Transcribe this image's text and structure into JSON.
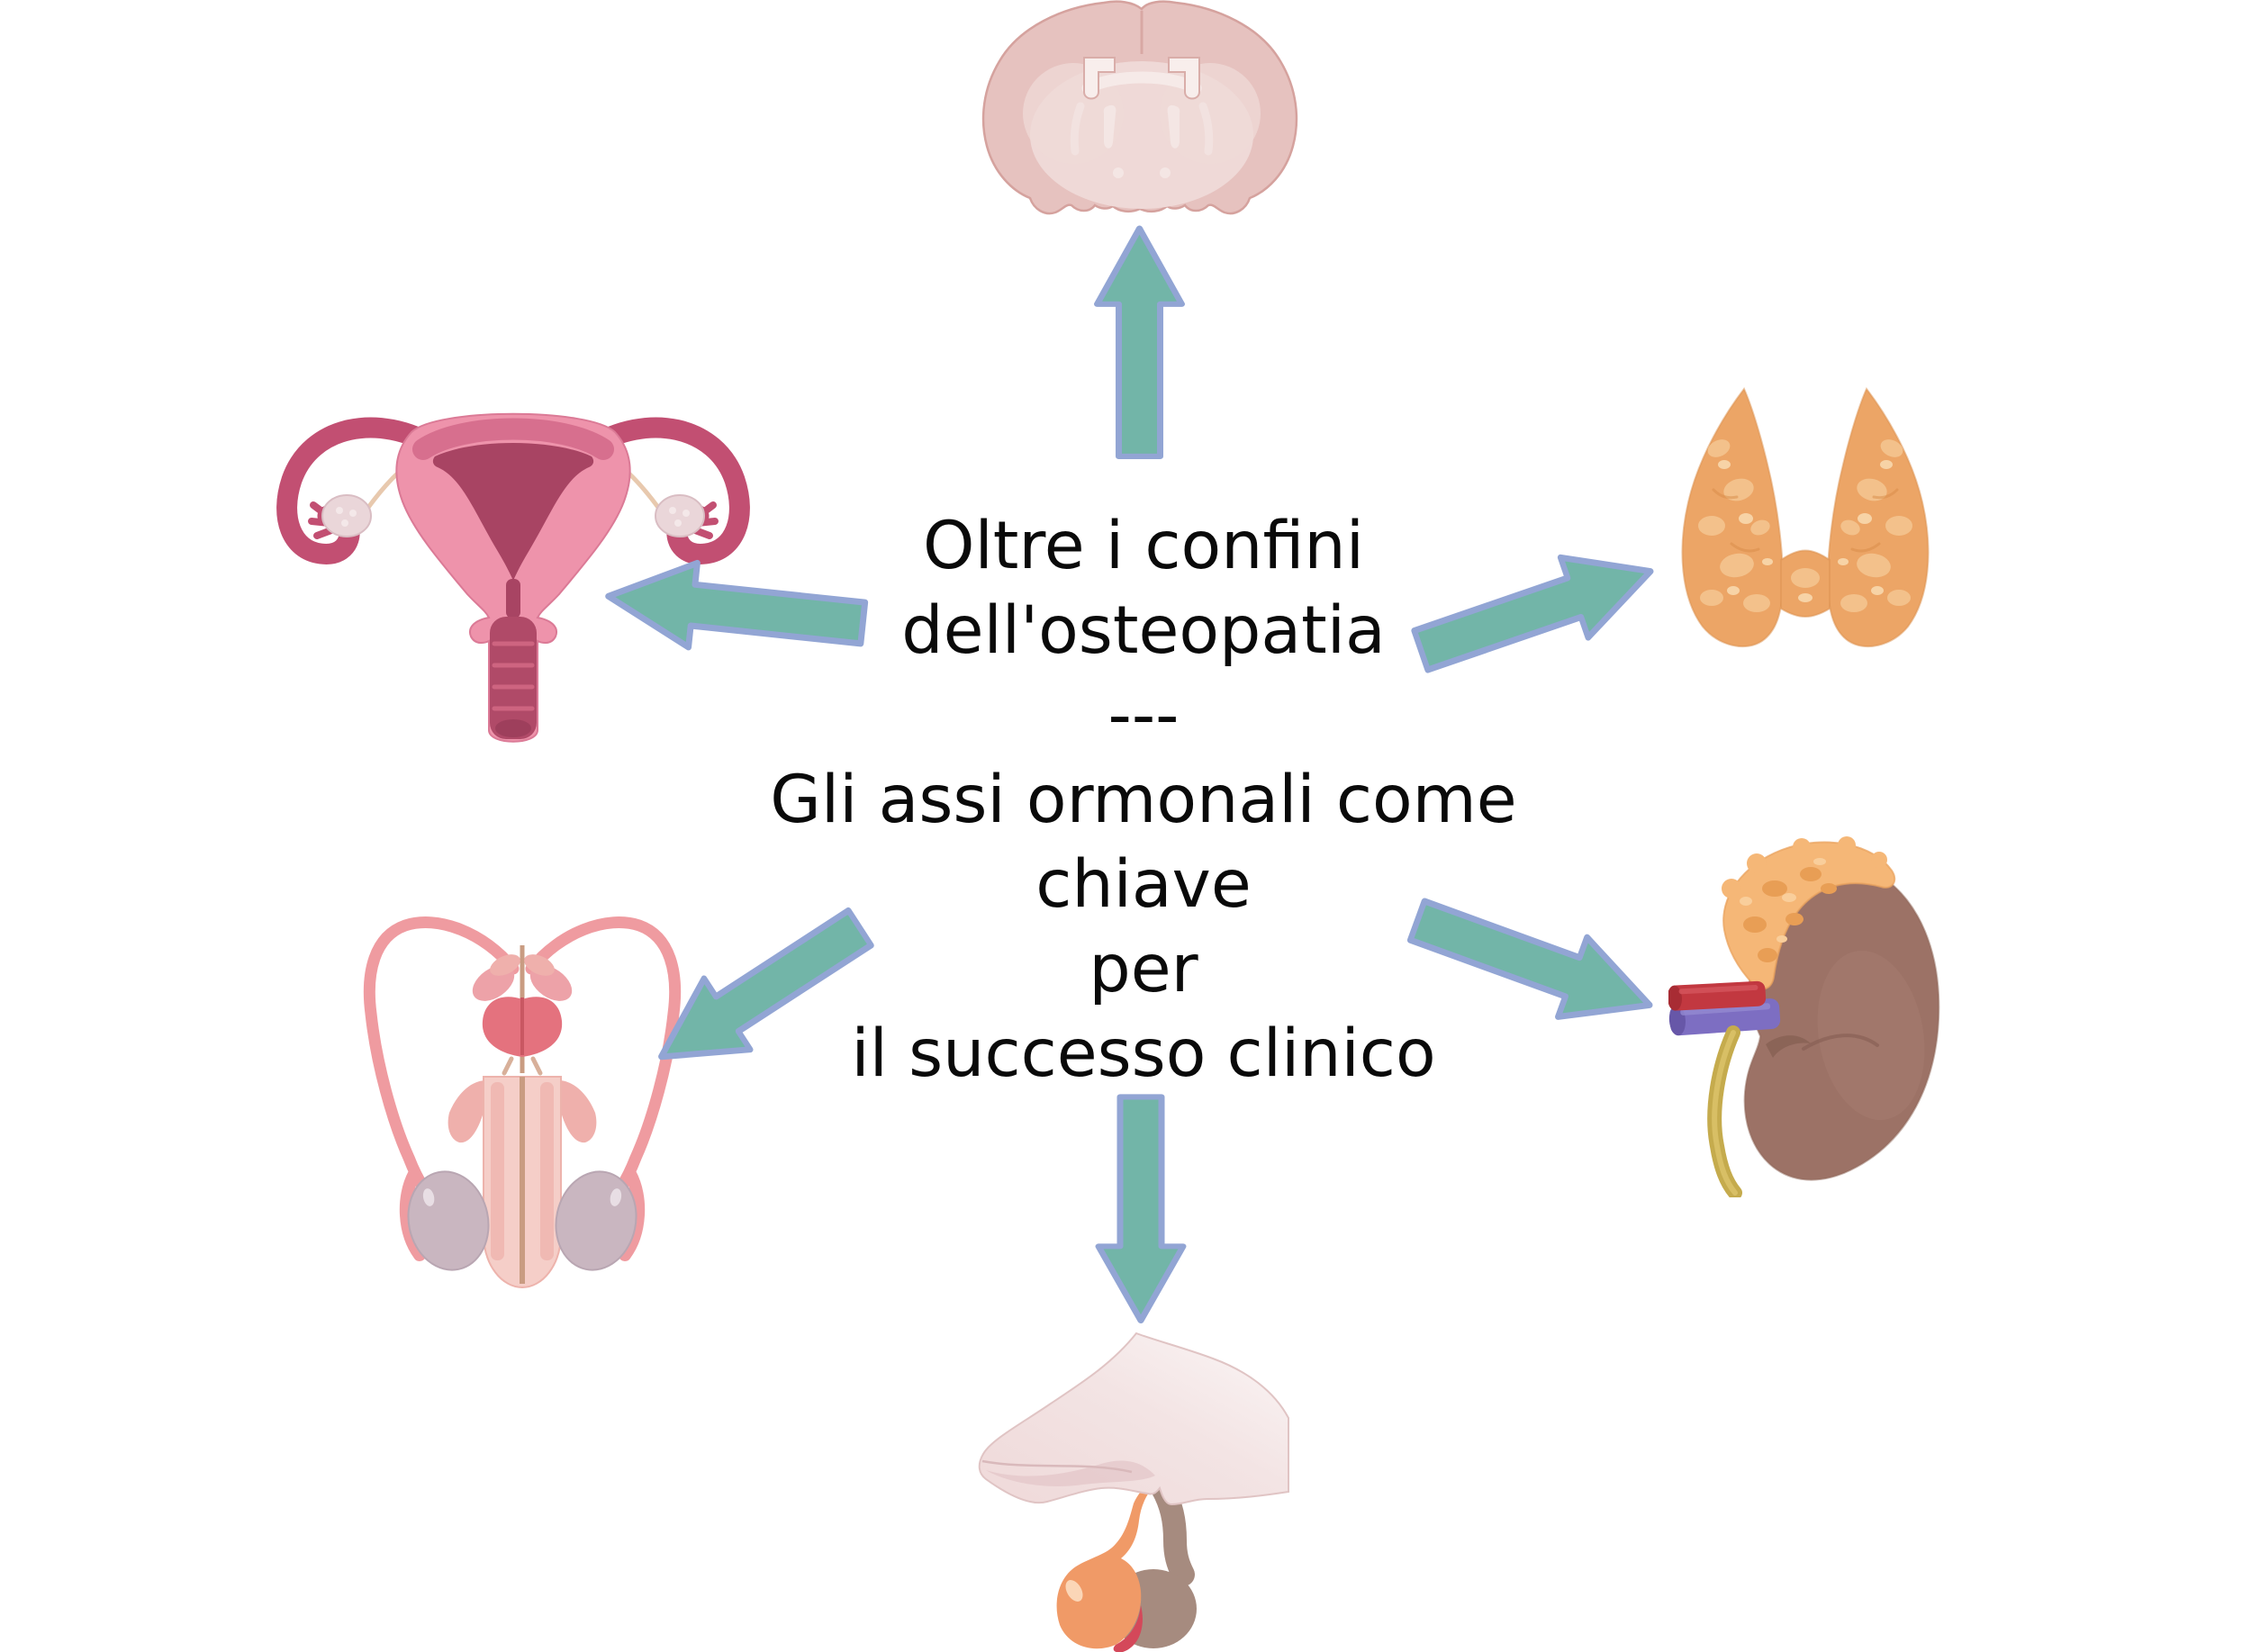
{
  "figure": {
    "background_color": "#ffffff",
    "center_text": {
      "lines": [
        "Oltre i confini",
        "dell'osteopatia",
        "---",
        "Gli assi ormonali come",
        "chiave",
        "per",
        "il successo clinico"
      ]
    },
    "style": {
      "arrow_fill": "#72B5A8",
      "arrow_outline": "#92A5D4",
      "text_color": "#0a0a0a"
    },
    "nodes": [
      {
        "id": "brain",
        "icon": "brain-coronal-section-illustration",
        "position": "top-center",
        "main_color": "#E6C2BF"
      },
      {
        "id": "uterus",
        "icon": "female-reproductive-system-illustration",
        "position": "upper-left",
        "main_color": "#EE93AB"
      },
      {
        "id": "thyroid",
        "icon": "thyroid-gland-illustration",
        "position": "upper-right",
        "main_color": "#ECA566"
      },
      {
        "id": "male-reproductive",
        "icon": "male-reproductive-system-illustration",
        "position": "lower-left",
        "main_color": "#EF9BA0"
      },
      {
        "id": "kidney-adrenal",
        "icon": "kidney-with-adrenal-gland-illustration",
        "position": "lower-right",
        "main_color": "#9C7266",
        "adrenal_color": "#F5B777"
      },
      {
        "id": "pituitary",
        "icon": "pituitary-gland-illustration",
        "position": "bottom-center",
        "anterior_color": "#F09A67",
        "posterior_color": "#A68B7F"
      }
    ],
    "arrows": [
      {
        "from": "center",
        "to": "brain",
        "direction": "up"
      },
      {
        "from": "center",
        "to": "uterus",
        "direction": "left"
      },
      {
        "from": "center",
        "to": "thyroid",
        "direction": "up-right"
      },
      {
        "from": "center",
        "to": "male-reproductive",
        "direction": "down-left"
      },
      {
        "from": "center",
        "to": "kidney-adrenal",
        "direction": "down-right"
      },
      {
        "from": "center",
        "to": "pituitary",
        "direction": "down"
      }
    ]
  }
}
